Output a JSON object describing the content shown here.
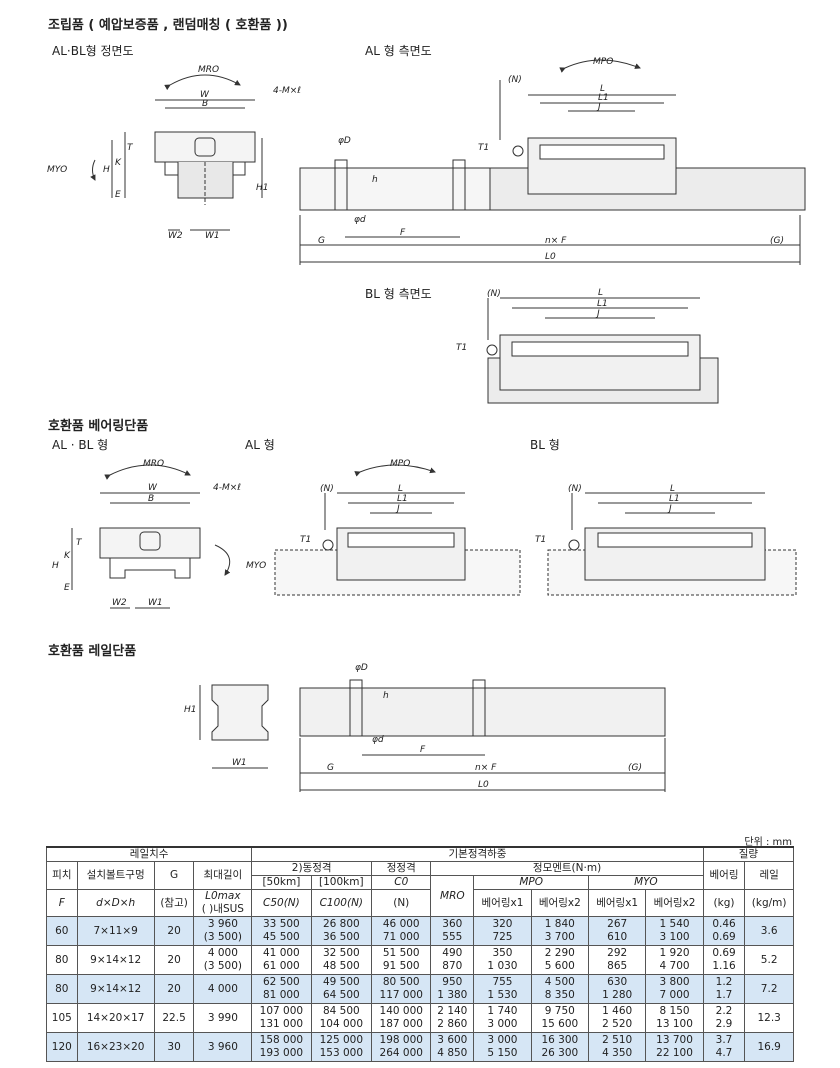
{
  "headings": {
    "assembly": "조립품 ( 예압보증품 , 랜덤매칭 ( 호환품 ))",
    "front_view": "AL·BL형 정면도",
    "al_side": "AL 형 측면도",
    "bl_side": "BL 형 측면도",
    "bearing_unit": "호환품 베어링단품",
    "bearing_front": "AL · BL 형",
    "bearing_al": "AL 형",
    "bearing_bl": "BL 형",
    "rail_unit": "호환품 레일단품"
  },
  "dims": {
    "mro": "MRO",
    "mpo": "MPO",
    "myo": "MYO",
    "w": "W",
    "b": "B",
    "t": "T",
    "k": "K",
    "h": "H",
    "e": "E",
    "h1": "H1",
    "w2": "W2",
    "w1": "W1",
    "mxl": "4-M×ℓ",
    "n": "(N)",
    "l": "L",
    "l1": "L1",
    "j": "J",
    "t1": "T1",
    "phid_big": "φD",
    "phid_small": "φd",
    "hh": "h",
    "g": "G",
    "f": "F",
    "nf": "n× F",
    "gg": "(G)",
    "l0": "L0"
  },
  "unit_note": "단위 : mm",
  "table": {
    "h_rail": "레일치수",
    "h_basic": "기본정격하중",
    "h_mass": "질량",
    "h_pitch": "피치",
    "h_bolt": "설치볼트구멍",
    "h_g": "G",
    "h_maxlen": "최대길이",
    "h_dyn": "2)동정격",
    "h_static": "정정격",
    "h_moment": "정모멘트(N·m)",
    "h_bearing": "베어링",
    "h_railm": "레일",
    "h_50km": "[50km]",
    "h_100km": "[100km]",
    "h_c0": "C0",
    "h_mro": "MRO",
    "h_mpo": "MPO",
    "h_myo": "MYO",
    "h_f": "F",
    "h_dxdxh": "d×D×h",
    "h_ref": "(참고)",
    "h_l0max": "L0max",
    "h_sus": "( )내SUS",
    "h_c50": "C50(N)",
    "h_c100": "C100(N)",
    "h_n": "(N)",
    "h_b1": "베어링x1",
    "h_b2": "베어링x2",
    "h_b3": "베어링x1",
    "h_b4": "베어링x2",
    "h_kg": "(kg)",
    "h_kgm": "(kg/m)",
    "rows": [
      {
        "pitch": "60",
        "bolt": "7×11×9",
        "g": "20",
        "len": [
          "3 960",
          "(3 500)"
        ],
        "c50": [
          "33 500",
          "45 500"
        ],
        "c100": [
          "26 800",
          "36 500"
        ],
        "c0": [
          "46 000",
          "71 000"
        ],
        "mro": [
          "360",
          "555"
        ],
        "mpo1": [
          "320",
          "725"
        ],
        "mpo2": [
          "1 840",
          "3 700"
        ],
        "myo1": [
          "267",
          "610"
        ],
        "myo2": [
          "1 540",
          "3 100"
        ],
        "bm": [
          "0.46",
          "0.69"
        ],
        "rm": "3.6"
      },
      {
        "pitch": "80",
        "bolt": "9×14×12",
        "g": "20",
        "len": [
          "4 000",
          "(3 500)"
        ],
        "c50": [
          "41 000",
          "61 000"
        ],
        "c100": [
          "32 500",
          "48 500"
        ],
        "c0": [
          "51 500",
          "91 500"
        ],
        "mro": [
          "490",
          "870"
        ],
        "mpo1": [
          "350",
          "1 030"
        ],
        "mpo2": [
          "2 290",
          "5 600"
        ],
        "myo1": [
          "292",
          "865"
        ],
        "myo2": [
          "1 920",
          "4 700"
        ],
        "bm": [
          "0.69",
          "1.16"
        ],
        "rm": "5.2"
      },
      {
        "pitch": "80",
        "bolt": "9×14×12",
        "g": "20",
        "len": [
          "4 000",
          ""
        ],
        "c50": [
          "62 500",
          "81 000"
        ],
        "c100": [
          "49 500",
          "64 500"
        ],
        "c0": [
          "80 500",
          "117 000"
        ],
        "mro": [
          "950",
          "1 380"
        ],
        "mpo1": [
          "755",
          "1 530"
        ],
        "mpo2": [
          "4 500",
          "8 350"
        ],
        "myo1": [
          "630",
          "1 280"
        ],
        "myo2": [
          "3 800",
          "7 000"
        ],
        "bm": [
          "1.2",
          "1.7"
        ],
        "rm": "7.2"
      },
      {
        "pitch": "105",
        "bolt": "14×20×17",
        "g": "22.5",
        "len": [
          "3 990",
          ""
        ],
        "c50": [
          "107 000",
          "131 000"
        ],
        "c100": [
          "84 500",
          "104 000"
        ],
        "c0": [
          "140 000",
          "187 000"
        ],
        "mro": [
          "2 140",
          "2 860"
        ],
        "mpo1": [
          "1 740",
          "3 000"
        ],
        "mpo2": [
          "9 750",
          "15 600"
        ],
        "myo1": [
          "1 460",
          "2 520"
        ],
        "myo2": [
          "8 150",
          "13 100"
        ],
        "bm": [
          "2.2",
          "2.9"
        ],
        "rm": "12.3"
      },
      {
        "pitch": "120",
        "bolt": "16×23×20",
        "g": "30",
        "len": [
          "3 960",
          ""
        ],
        "c50": [
          "158 000",
          "193 000"
        ],
        "c100": [
          "125 000",
          "153 000"
        ],
        "c0": [
          "198 000",
          "264 000"
        ],
        "mro": [
          "3 600",
          "4 850"
        ],
        "mpo1": [
          "3 000",
          "5 150"
        ],
        "mpo2": [
          "16 300",
          "26 300"
        ],
        "myo1": [
          "2 510",
          "4 350"
        ],
        "myo2": [
          "13 700",
          "22 100"
        ],
        "bm": [
          "3.7",
          "4.7"
        ],
        "rm": "16.9"
      }
    ]
  }
}
